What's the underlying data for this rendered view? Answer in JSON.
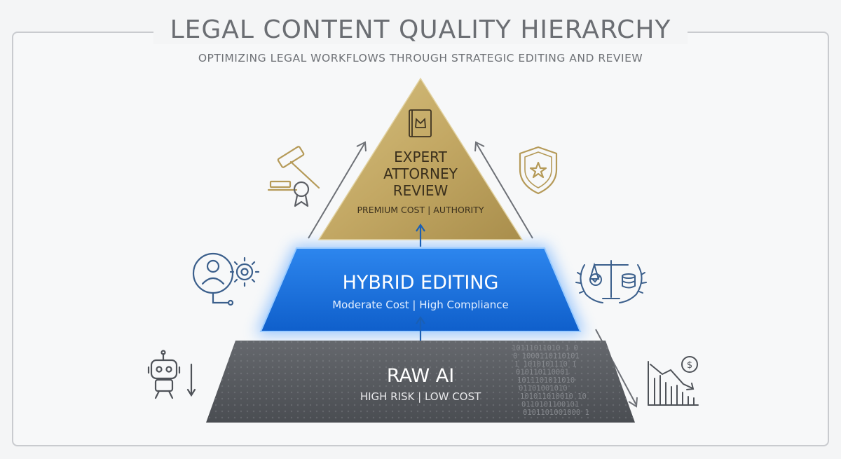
{
  "header": {
    "title": "LEGAL CONTENT QUALITY HIERARCHY",
    "subtitle": "OPTIMIZING LEGAL WORKFLOWS THROUGH STRATEGIC EDITING AND REVIEW"
  },
  "pyramid": {
    "top": {
      "title_lines": [
        "EXPERT",
        "ATTORNEY",
        "REVIEW"
      ],
      "caption": "PREMIUM COST | AUTHORITY",
      "color": "#c5ac69"
    },
    "middle": {
      "title": "HYBRID EDITING",
      "caption": "Moderate Cost | High Compliance",
      "color": "#1a74e0"
    },
    "bottom": {
      "title": "RAW AI",
      "caption": "HIGH RISK | LOW COST",
      "color": "#55585d",
      "binary_rows": [
        "10111011010 1 0",
        "0 1000110110101",
        "1 1010101110 1",
        "010110110001",
        "1011101011010",
        "01101001010",
        "101011010010 10",
        "0110101100101",
        "0101101001000 1"
      ]
    }
  },
  "icons": {
    "left": [
      "gavel-ribbon-icon",
      "person-gear-icon",
      "robot-icon"
    ],
    "right": [
      "shield-star-icon",
      "scales-laurel-icon",
      "chart-down-dollar-icon"
    ]
  }
}
